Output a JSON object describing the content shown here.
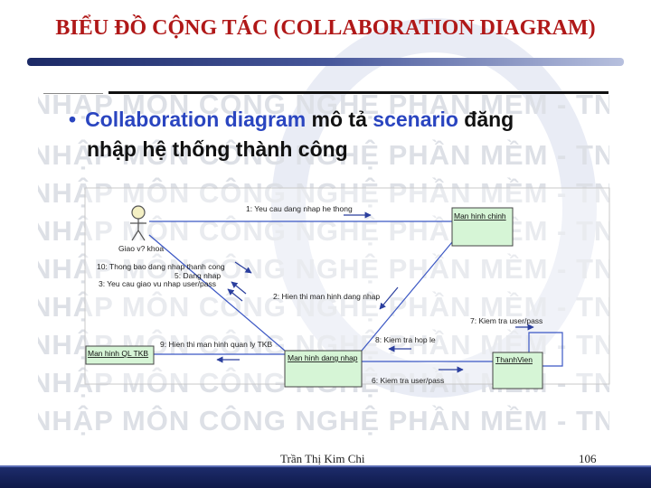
{
  "slide": {
    "title": "BIỂU ĐỒ CỘNG TÁC (COLLABORATION DIAGRAM)",
    "bullet": {
      "part1": "Collaboration diagram",
      "part2": "mô tả",
      "part3": "scenario",
      "part4": "đăng",
      "line2": "nhập hệ thống thành công"
    },
    "watermark_text": "NHẬP MÔN CÔNG NGHỆ PHẦN MỀM - TNB - ĐHSP TP.HCM",
    "author": "Trần Thị Kim Chi",
    "page_number": "106"
  },
  "diagram": {
    "actor": "Giao v? khoa",
    "objects": {
      "main_screen": "Man hinh chinh",
      "tkb_screen": "Man hinh QL TKB",
      "login_screen": "Man hinh dang nhap",
      "member": "ThanhVien"
    },
    "messages": {
      "m1": "1: Yeu cau dang nhap he thong",
      "m2": "2: Hien thi man hinh dang nhap",
      "m3": "3: Yeu cau giao vu nhap user/pass",
      "m5": "5: Dang nhap",
      "m6": "6: Kiem tra user/pass",
      "m7": "7: Kiem tra user/pass",
      "m8": "8: Kiem tra hop le",
      "m9": "9: Hien thi man hinh quan ly TKB",
      "m10": "10: Thong bao dang nhap thanh cong"
    }
  },
  "colors": {
    "title": "#b01818",
    "keyword": "#2a45c0",
    "object_fill": "#d6f5d6",
    "link_line": "#3b57c4",
    "footer": "#1e2d6e"
  }
}
